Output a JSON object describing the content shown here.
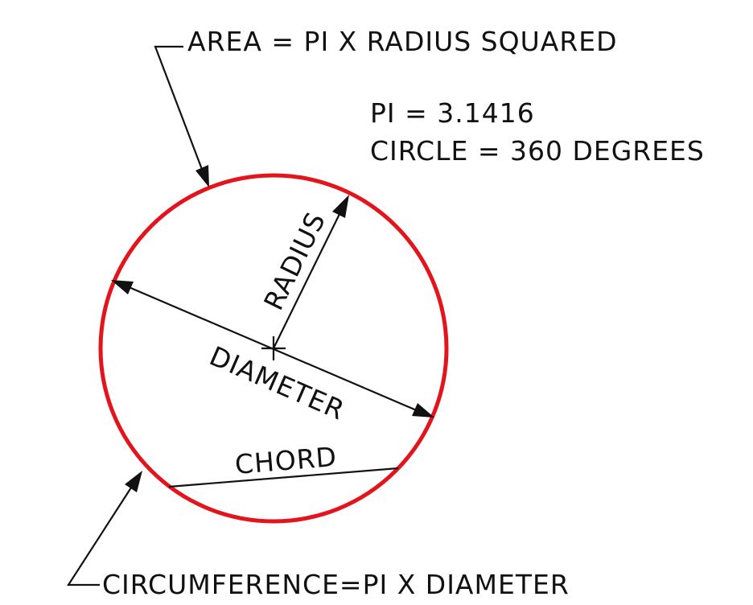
{
  "labels": {
    "area_formula": "AREA = PI X RADIUS SQUARED",
    "pi_value": "PI = 3.1416",
    "circle_degrees": "CIRCLE = 360 DEGREES",
    "radius": "RADIUS",
    "diameter": "DIAMETER",
    "chord": "CHORD",
    "circumference_formula": "CIRCUMFERENCE=PI X DIAMETER"
  },
  "colors": {
    "circle": "#e3141b",
    "lines": "#111111",
    "background": "#ffffff"
  }
}
